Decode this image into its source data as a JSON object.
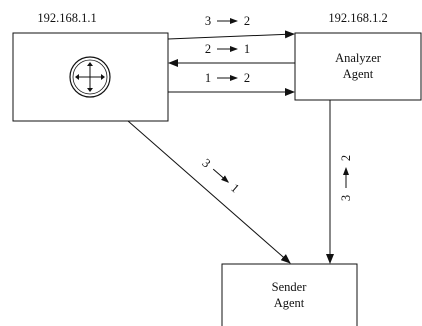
{
  "colors": {
    "line": "#111111",
    "background": "#ffffff"
  },
  "nodes": {
    "router": {
      "ip": "192.168.1.1",
      "icon": "router-icon"
    },
    "analyzer": {
      "ip": "192.168.1.2",
      "name_line1": "Analyzer",
      "name_line2": "Agent"
    },
    "sender": {
      "name_line1": "Sender",
      "name_line2": "Agent"
    }
  },
  "arrows": {
    "router_to_analyzer_top": {
      "from": "3",
      "to": "2"
    },
    "analyzer_to_router": {
      "from": "2",
      "to": "1"
    },
    "router_to_analyzer_bottom": {
      "from": "1",
      "to": "2"
    },
    "router_to_sender": {
      "from": "3",
      "to": "1"
    },
    "analyzer_to_sender": {
      "from": "3",
      "to": "2"
    }
  }
}
